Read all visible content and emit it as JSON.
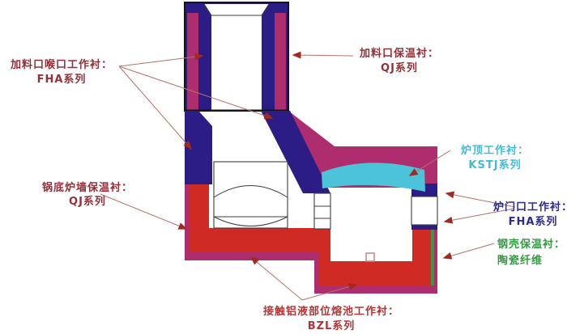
{
  "diagram": {
    "labels": {
      "feed_throat": {
        "line1": "加料口喉口工作衬：",
        "line2": "FHA系列"
      },
      "feed_insulation": {
        "line1": "加料口保温衬：",
        "line2": "QJ系列"
      },
      "roof_working": {
        "line1": "炉顶工作衬：",
        "line2": "KSTJ系列"
      },
      "door_working": {
        "line1": "炉门口工作衬：",
        "line2": "FHA系列"
      },
      "shell_insulation": {
        "line1": "钢壳保温衬：",
        "line2": "陶瓷纤维"
      },
      "pot_wall_insulation": {
        "line1": "锅底炉墙保温衬：",
        "line2": "QJ系列"
      },
      "melt_pool_working": {
        "line1": "接触铝液部位熔池工作衬：",
        "line2": "BZL系列"
      }
    },
    "colors": {
      "navy": "#2b1d85",
      "magenta": "#ad2d6e",
      "red": "#cf2a24",
      "cyan": "#4cc3d9",
      "green": "#349b43",
      "outline": "#151515",
      "arrow_line": "#b2726b",
      "arrow_head": "#a02a1f",
      "label_dark_red": "#933039",
      "label_red": "#b43434",
      "label_navy": "#2b2b8f",
      "label_cyan": "#3fbdd8",
      "label_green": "#349b43",
      "background": "#ffffff"
    }
  }
}
